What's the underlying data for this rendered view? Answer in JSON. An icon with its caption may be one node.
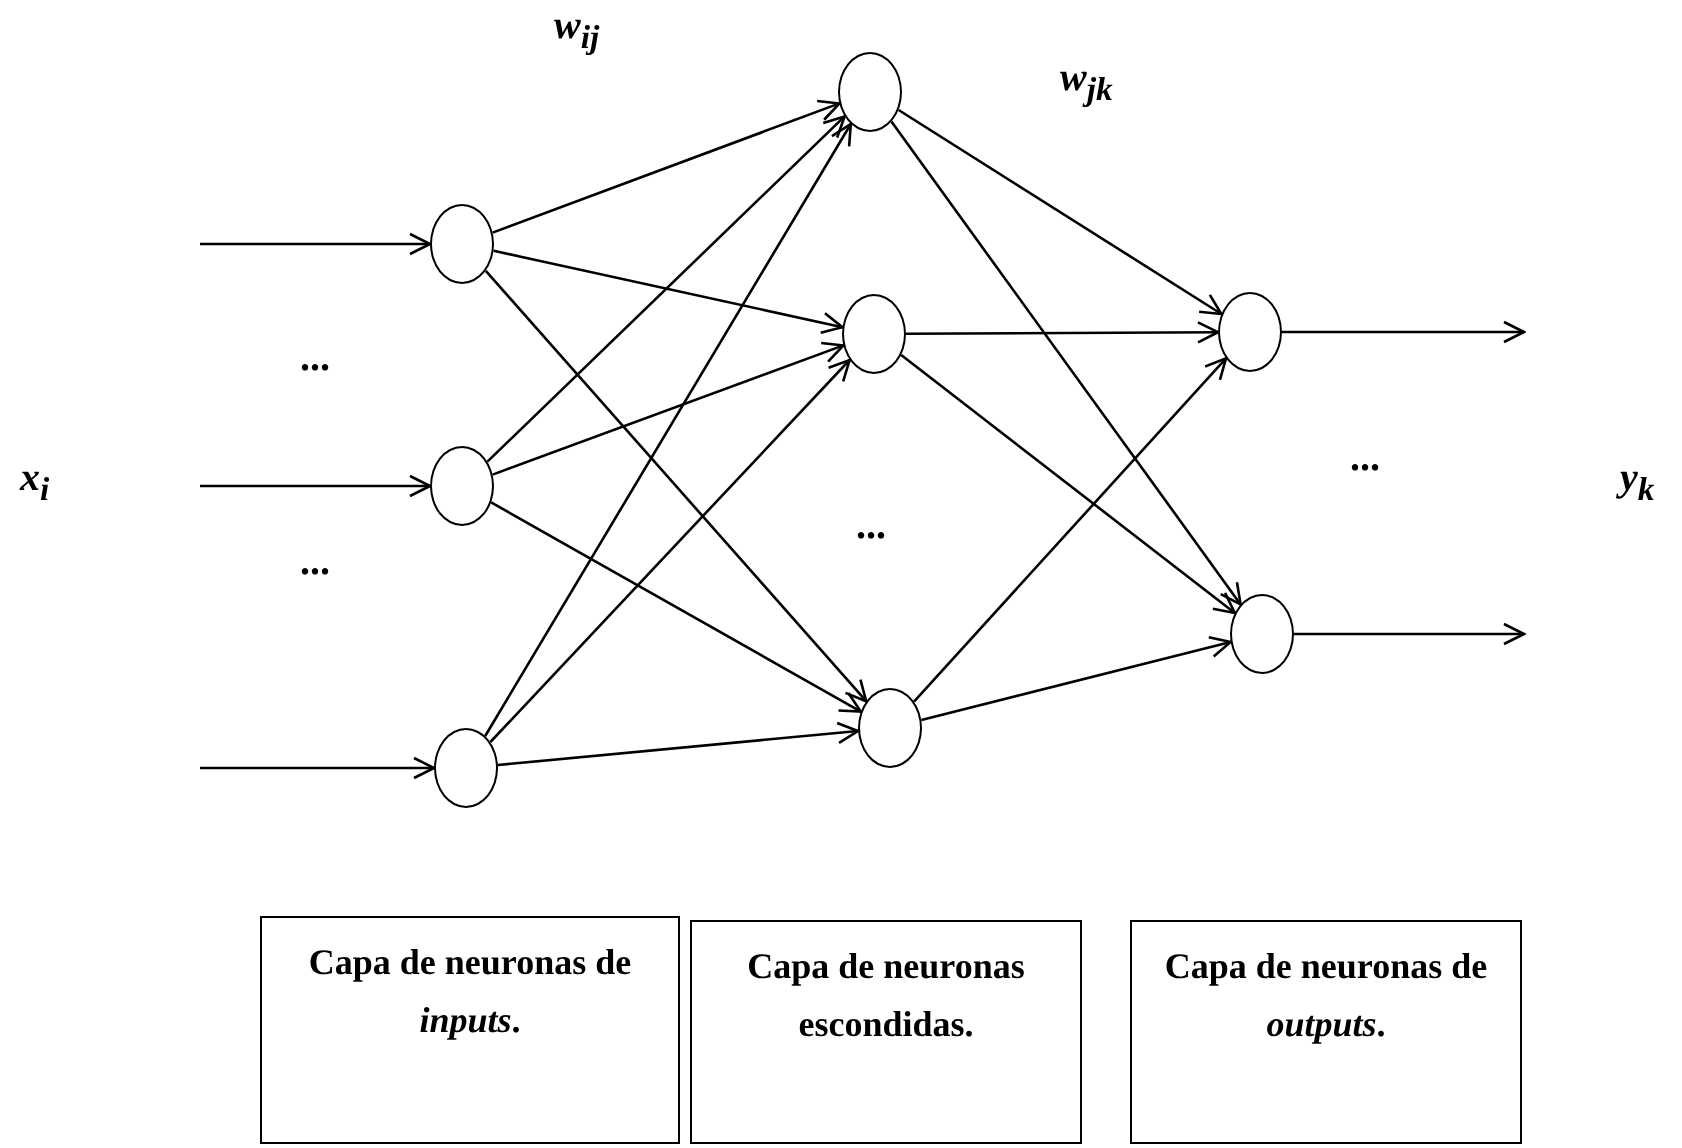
{
  "diagram": {
    "nodes": [
      {
        "text": [],
        "shape": "circle"
      },
      {
        "text": [],
        "shape": "circle"
      },
      {
        "text": [],
        "shape": "circle"
      },
      {
        "text": [],
        "shape": "circle"
      },
      {
        "text": [],
        "shape": "circle"
      },
      {
        "text": [],
        "shape": "circle"
      },
      {
        "text": [],
        "shape": "circle"
      },
      {
        "text": [],
        "shape": "circle"
      },
      {
        "text": [
          "Capa de neuronas de *inputs*."
        ]
      },
      {
        "text": [
          "Capa de neuronas escondidas."
        ]
      },
      {
        "text": [
          "Capa de neuronas de *outputs*."
        ]
      }
    ],
    "edges": [
      {
        "from": null,
        "to": 0,
        "arrow": "to"
      },
      {
        "from": null,
        "to": 1,
        "arrow": "to"
      },
      {
        "from": null,
        "to": 2,
        "arrow": "to"
      },
      {
        "from": 0,
        "to": 3,
        "arrow": "to"
      },
      {
        "from": 0,
        "to": 4,
        "arrow": "to"
      },
      {
        "from": 0,
        "to": 5,
        "arrow": "to"
      },
      {
        "from": 1,
        "to": 3,
        "arrow": "to"
      },
      {
        "from": 1,
        "to": 4,
        "arrow": "to"
      },
      {
        "from": 1,
        "to": 5,
        "arrow": "to"
      },
      {
        "from": 2,
        "to": 3,
        "arrow": "to"
      },
      {
        "from": 2,
        "to": 4,
        "arrow": "to"
      },
      {
        "from": 2,
        "to": 5,
        "arrow": "to"
      },
      {
        "from": 3,
        "to": 6,
        "arrow": "to"
      },
      {
        "from": 3,
        "to": 7,
        "arrow": "to"
      },
      {
        "from": 4,
        "to": 6,
        "arrow": "to"
      },
      {
        "from": 4,
        "to": 7,
        "arrow": "to"
      },
      {
        "from": 5,
        "to": 6,
        "arrow": "to"
      },
      {
        "from": 5,
        "to": 7,
        "arrow": "to"
      },
      {
        "from": 6,
        "to": null,
        "arrow": "to"
      },
      {
        "from": 7,
        "to": null,
        "arrow": "to"
      }
    ],
    "labels": [
      "w$_{ij}$",
      "w$_{jk}$",
      "...",
      "...",
      "x$_{i}$",
      "y$_{k}$",
      "...",
      "..."
    ]
  }
}
